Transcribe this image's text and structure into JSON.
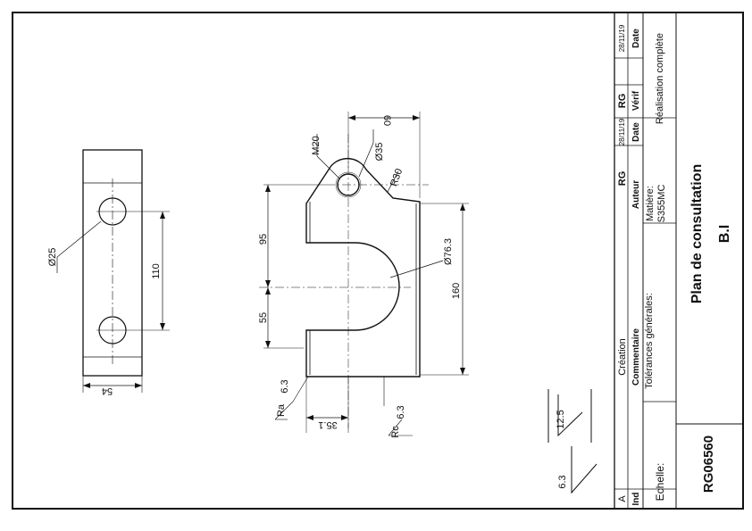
{
  "drawing": {
    "left_view": {
      "hole_dia": "Ø25",
      "hole_spacing": "110",
      "width": "54"
    },
    "front_view": {
      "thread": "M20",
      "hole_dia": "Ø35",
      "fillet": "R30",
      "top_offset": "60",
      "upper_height": "95",
      "lower_height": "55",
      "total_height": "160",
      "slot_dia": "Ø76.3",
      "thickness": "35.1",
      "ra_label": "Ra",
      "ra_value": "6.3",
      "rc_label": "Rc",
      "rc_value": "6.3"
    },
    "roughness": {
      "general_value": "6.3",
      "boxed_value": "12.5"
    }
  },
  "title_block": {
    "rev_head": {
      "ind": "Ind",
      "comment": "Commentaire",
      "author": "Auteur",
      "date": "Date",
      "verif": "Vérif",
      "date2": "Date"
    },
    "rev_a": {
      "ind": "A",
      "comment": "Création",
      "author": "RG",
      "date": "28/11/19",
      "verif": "RG",
      "date2": "28/11/19"
    },
    "echelle_label": "Echelle:",
    "tolerances_label": "Tolérances générales:",
    "matiere_label": "Matière:",
    "matiere_value": "S355MC",
    "status": "Réalisation complète",
    "doc_title": "Plan de consultation",
    "doc_subtitle": "B.I",
    "part_number": "RG06560"
  }
}
